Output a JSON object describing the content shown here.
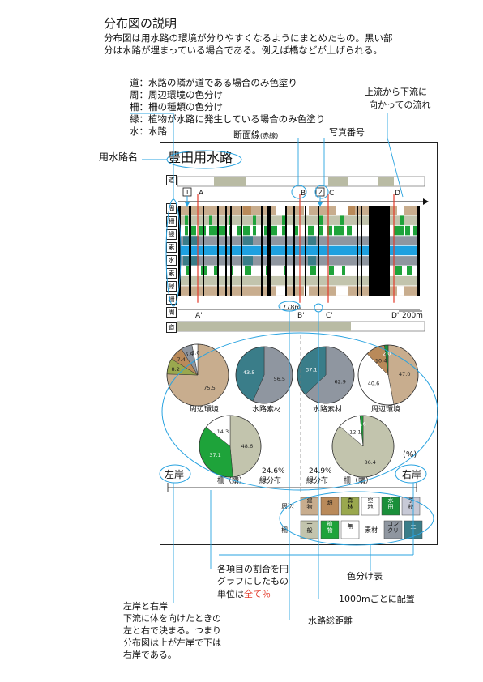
{
  "title": "分布図の説明",
  "intro": "分布図は用水路の環境が分りやすくなるようにまとめたもの。黒い部分は水路が埋まっている場合である。例えば橋などが上げられる。",
  "legend_list": [
    "道：水路の隣が道である場合のみ色塗り",
    "周：周辺環境の色分け",
    "柵：柵の種類の色分け",
    "緑：植物が水路に発生している場合のみ色塗り",
    "水：水路"
  ],
  "notes": {
    "flow": [
      "上流から下流に",
      "向かっての流れ"
    ],
    "cross_section": "断面線",
    "cross_section_sub": "(赤線)",
    "photo_number": "写真番号",
    "canal_name_label": "用水路名",
    "canal_name": "豊田用水路",
    "pie_note": [
      "各項目の割合を円",
      "グラフにしたもの"
    ],
    "pie_unit_prefix": "単位は",
    "pie_unit_value": "全て％",
    "color_table": "色分け表",
    "per_1000m": "1000mごとに配置",
    "total_distance": "水路総距離",
    "banks": [
      "左岸と右岸",
      "下流に体を向けたときの",
      "左と右で決まる。つまり",
      "分布図は上が左岸で下は",
      "右岸である。"
    ]
  },
  "row_labels": [
    "道",
    "周",
    "柵",
    "緑",
    "素",
    "水",
    "素",
    "緑",
    "柵",
    "周",
    "道"
  ],
  "strip": {
    "photo_markers": [
      "1",
      "2"
    ],
    "section_top": [
      "A",
      "B",
      "C",
      "D"
    ],
    "section_bottom": [
      "A'",
      "B'",
      "C'",
      "D'"
    ],
    "distance": "1778m",
    "scale": "200m"
  },
  "pies": [
    {
      "name": "周辺環境",
      "values": [
        75.5,
        8.2,
        7.4,
        5.9,
        3.0
      ],
      "colors": [
        "#c8ad8e",
        "#9aa84e",
        "#b98a5a",
        "#8f96a0",
        "#ffffff"
      ],
      "labels": [
        "75.5",
        "8.2",
        "7.4",
        "5.9",
        "3.0"
      ]
    },
    {
      "name": "水路素材",
      "values": [
        56.5,
        43.5
      ],
      "colors": [
        "#8f96a0",
        "#3a7d89"
      ],
      "labels": [
        "56.5",
        "43.5"
      ]
    },
    {
      "name": "水路素材",
      "values": [
        62.9,
        37.1
      ],
      "colors": [
        "#8f96a0",
        "#3a7d89"
      ],
      "labels": [
        "62.9",
        "37.1"
      ]
    },
    {
      "name": "周辺環境",
      "values": [
        47.0,
        40.6,
        10.4,
        2.0
      ],
      "colors": [
        "#c8ad8e",
        "#ffffff",
        "#b98a5a",
        "#1a8f3a"
      ],
      "labels": [
        "47.0",
        "40.6",
        "10.4",
        "2.0"
      ]
    },
    {
      "name": "柵（購）",
      "values": [
        48.6,
        37.1,
        14.3
      ],
      "colors": [
        "#c2c4ad",
        "#1ea33a",
        "#ffffff"
      ],
      "labels": [
        "48.6",
        "37.1",
        "14.3"
      ]
    },
    {
      "name": "柵（購）",
      "values": [
        86.4,
        12.1,
        1.6
      ],
      "colors": [
        "#c2c4ad",
        "#ffffff",
        "#1ea33a"
      ],
      "labels": [
        "86.4",
        "12.1",
        "1.6"
      ]
    }
  ],
  "green_left": [
    "24.6%",
    "緑分布"
  ],
  "green_right": [
    "24.9%",
    "緑分布"
  ],
  "percent_unit": "(%)",
  "bank_left": "左岸",
  "bank_right": "右岸",
  "color_table": {
    "rows": [
      {
        "label": "周辺",
        "cells": [
          {
            "text": "建物",
            "color": "#c8ad8e"
          },
          {
            "text": "畑",
            "color": "#b98a5a"
          },
          {
            "text": "森林",
            "color": "#9aa84e"
          },
          {
            "text": "空地",
            "color": "#ffffff"
          },
          {
            "text": "水田",
            "color": "#1a8f3a"
          },
          {
            "text": "学校",
            "color": "#c7c9d6"
          }
        ]
      },
      {
        "label": "柵",
        "cells": [
          {
            "text": "一般",
            "color": "#c2c4ad"
          },
          {
            "text": "植物",
            "color": "#1ea33a"
          },
          {
            "text": "無",
            "color": "#ffffff"
          }
        ],
        "label2": "素材",
        "cells2": [
          {
            "text": "コンクリ",
            "color": "#8f96a0"
          },
          {
            "text": "土",
            "color": "#3a7d89"
          }
        ]
      }
    ]
  },
  "colors": {
    "water": "#1ea0e0",
    "green": "#1ea33a",
    "black": "#000000",
    "blue_line": "#29a3e0",
    "red": "#e33a2a"
  }
}
